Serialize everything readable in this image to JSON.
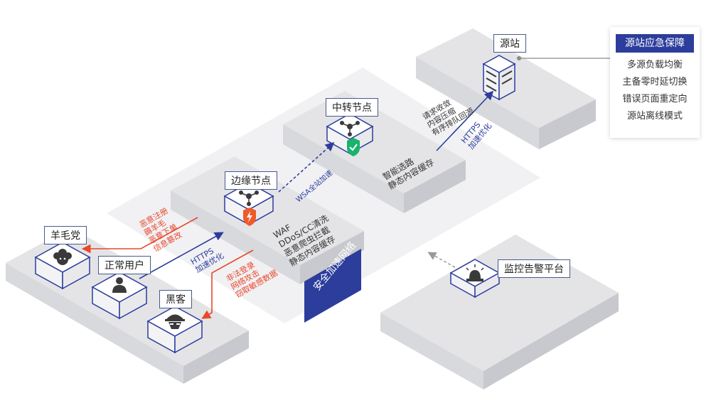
{
  "colors": {
    "platform_top": "#e4e4e7",
    "platform_side": "#cfd0d4",
    "accent_blue": "#2c3d9c",
    "accent_red": "#e8482b",
    "shield_green": "#19b36b",
    "shield_red": "#f05a28",
    "node_outline": "#2c3d9c"
  },
  "nodes": {
    "source": "源站",
    "relay": "中转节点",
    "edge": "边缘节点",
    "monitor": "监控告警平台",
    "sheep": "羊毛党",
    "normal_user": "正常用户",
    "hacker": "黑客"
  },
  "network_label": "安全加速网络",
  "legend": {
    "title": "源站应急保障",
    "items": [
      "多源负载均衡",
      "主备零时延切换",
      "错误页面重定向",
      "源站离线模式"
    ]
  },
  "annotations": {
    "relay_origin": [
      "请求收敛",
      "内容压缩",
      "有序排队回源"
    ],
    "origin_https": [
      "HTTPS",
      "加速优化"
    ],
    "relay_platform": [
      "智能选路",
      "静态内容缓存"
    ],
    "wsa": "WSA全站加速",
    "edge_platform": [
      "WAF",
      "DDoS/CC清洗",
      "恶意爬虫拦截",
      "静态内容缓存"
    ],
    "sheep_block": [
      "恶意注册",
      "薅羊毛",
      "恶意下单",
      "信息篡改"
    ],
    "user_https": [
      "HTTPS",
      "加速优化"
    ],
    "hacker_block": [
      "非法登录",
      "网络攻击",
      "窃取敏感数据"
    ]
  },
  "icons": {
    "source": "server-icon",
    "relay": "network-hub-icon",
    "relay_badge": "shield-check-icon",
    "edge": "network-hub-icon",
    "edge_badge": "shield-lightning-icon",
    "monitor": "alarm-siren-icon",
    "sheep": "sheep-icon",
    "normal_user": "user-icon",
    "hacker": "hacker-icon"
  }
}
